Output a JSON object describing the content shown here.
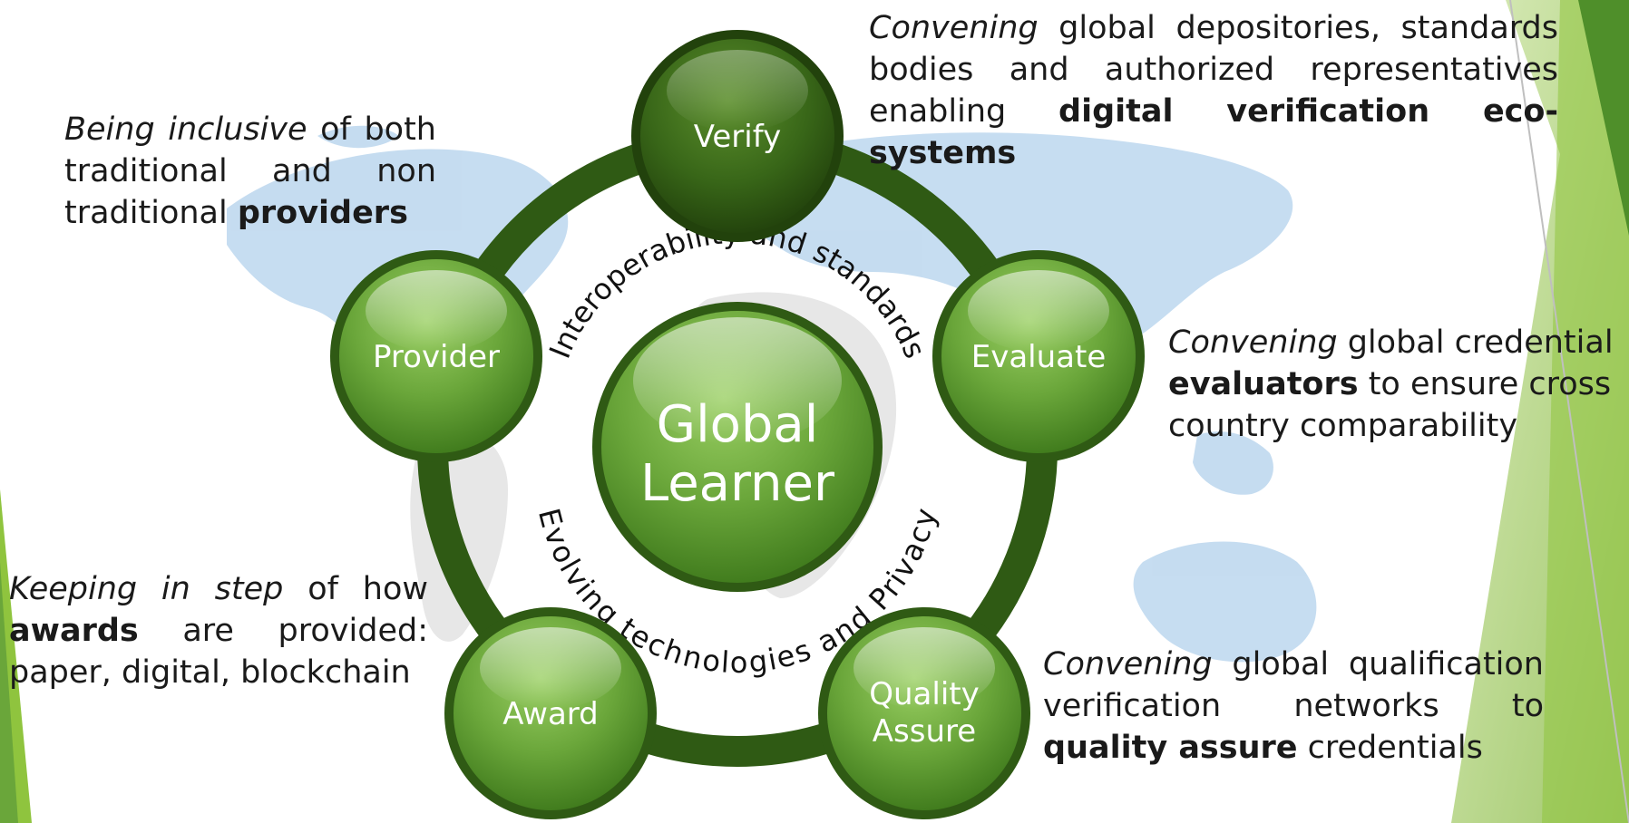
{
  "center": {
    "line1": "Global",
    "line2": "Learner"
  },
  "ring_labels": {
    "top": "Interoperability and standards",
    "bottom": "Evolving technologies and Privacy"
  },
  "nodes": {
    "verify": "Verify",
    "provider": "Provider",
    "evaluate": "Evaluate",
    "award": "Award",
    "quality_line1": "Quality",
    "quality_line2": "Assure"
  },
  "captions": {
    "verify": {
      "l1_italic": "Convening",
      "l1_rest": " global depositories, standards",
      "l2": "bodies and authorized representatives",
      "l3_pre": "enabling ",
      "l3_bold": "digital verification eco-systems"
    },
    "provider": {
      "l1_italic": "Being inclusive",
      "l1_rest": " of both",
      "l2": "traditional and non",
      "l3_pre": "traditional ",
      "l3_bold": "providers"
    },
    "evaluate": {
      "l1_italic": "Convening",
      "l1_rest": " global credential",
      "l2_bold": "evaluators",
      "l2_rest": " to ensure cross",
      "l3": "country comparability"
    },
    "award": {
      "l1_italic": "Keeping in step",
      "l1_rest": " of how",
      "l2_bold": "awards",
      "l2_rest": " are provided:",
      "l3": "paper, digital, blockchain"
    },
    "quality": {
      "l1_italic": "Convening",
      "l1_rest": " global qualification",
      "l2": "verification networks to",
      "l3_bold": "quality assure",
      "l3_rest": " credentials"
    }
  },
  "colors": {
    "dark_green": "#2f5a14",
    "ring_green": "#3a6b1c",
    "node_green": "#6aa63a",
    "accent_lime": "#8fc43e",
    "map_blue": "#bcd7ee",
    "map_gray": "#e6e6e6"
  }
}
